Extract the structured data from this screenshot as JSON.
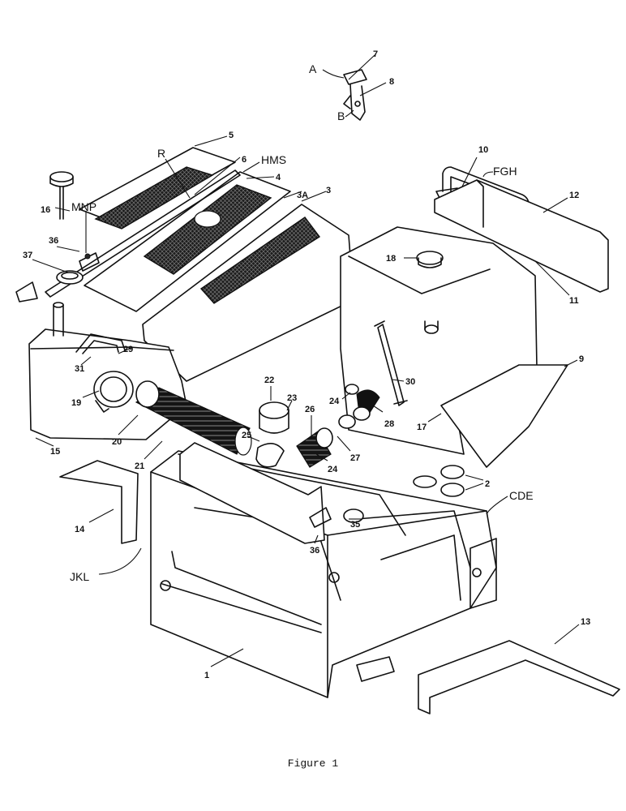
{
  "figure": {
    "caption": "Figure 1",
    "callouts": {
      "c1": "1",
      "c2": "2",
      "c3": "3",
      "c3a": "3A",
      "c4": "4",
      "c5": "5",
      "c6": "6",
      "c7": "7",
      "c8": "8",
      "c9": "9",
      "c10": "10",
      "c11": "11",
      "c12": "12",
      "c13": "13",
      "c14": "14",
      "c15": "15",
      "c16": "16",
      "c17": "17",
      "c18": "18",
      "c19": "19",
      "c20": "20",
      "c21": "21",
      "c22": "22",
      "c23": "23",
      "c24a": "24",
      "c24b": "24",
      "c25": "25",
      "c26": "26",
      "c27": "27",
      "c28": "28",
      "c29": "29",
      "c30": "30",
      "c31": "31",
      "c35": "35",
      "c36a": "36",
      "c36b": "36",
      "c37": "37",
      "A": "A",
      "B": "B",
      "R": "R",
      "HMS": "HMS",
      "MNP": "MNP",
      "FGH": "FGH",
      "CDE": "CDE",
      "JKL": "JKL"
    }
  }
}
